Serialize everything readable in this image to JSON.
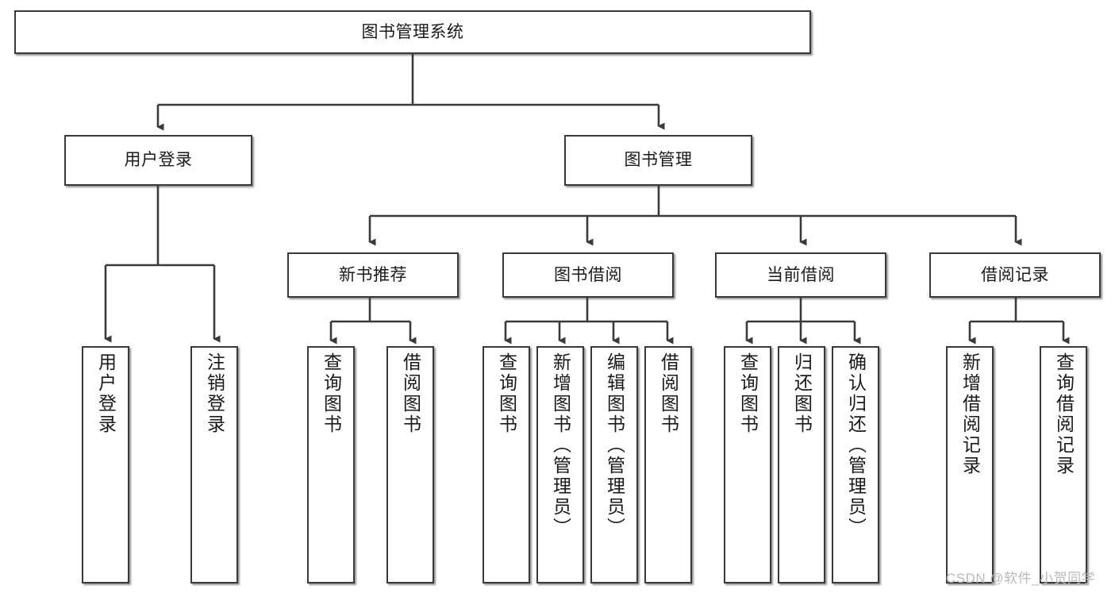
{
  "diagram": {
    "type": "tree-hierarchy",
    "title": "图书管理系统",
    "root": {
      "label": "图书管理系统"
    },
    "level2": [
      {
        "label": "用户登录"
      },
      {
        "label": "图书管理"
      }
    ],
    "level3": [
      {
        "label": "新书推荐"
      },
      {
        "label": "图书借阅"
      },
      {
        "label": "当前借阅"
      },
      {
        "label": "借阅记录"
      }
    ],
    "leaves": {
      "user_login": [
        {
          "label": "用户登录"
        },
        {
          "label": "注销登录"
        }
      ],
      "new_book_recommend": [
        {
          "label": "查询图书"
        },
        {
          "label": "借阅图书"
        }
      ],
      "book_borrow": [
        {
          "label": "查询图书"
        },
        {
          "label": "新增图书（管理员）"
        },
        {
          "label": "编辑图书（管理员）"
        },
        {
          "label": "借阅图书"
        }
      ],
      "current_borrow": [
        {
          "label": "查询图书"
        },
        {
          "label": "归还图书"
        },
        {
          "label": "确认归还（管理员）"
        }
      ],
      "borrow_record": [
        {
          "label": "新增借阅记录"
        },
        {
          "label": "查询借阅记录"
        }
      ]
    }
  },
  "watermark": {
    "text": "CSDN @软件_小贺同学"
  },
  "colors": {
    "border": "#3a3a3a",
    "background": "#ffffff",
    "text": "#1a1a1a",
    "watermark": "#b9b9b9"
  }
}
